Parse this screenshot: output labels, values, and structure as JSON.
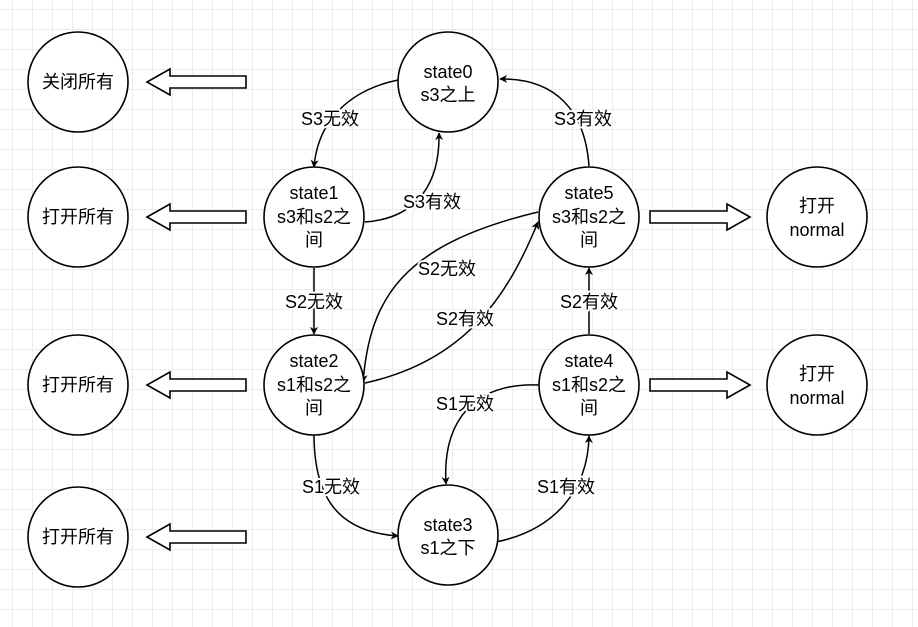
{
  "states": {
    "state0": {
      "name": "state0",
      "desc": "s3之上"
    },
    "state1": {
      "name": "state1",
      "desc_line1": "s3和s2之",
      "desc_line2": "间"
    },
    "state2": {
      "name": "state2",
      "desc_line1": "s1和s2之",
      "desc_line2": "间"
    },
    "state3": {
      "name": "state3",
      "desc": "s1之下"
    },
    "state4": {
      "name": "state4",
      "desc_line1": "s1和s2之",
      "desc_line2": "间"
    },
    "state5": {
      "name": "state5",
      "desc_line1": "s3和s2之",
      "desc_line2": "间"
    }
  },
  "actions": {
    "close_all": "关闭所有",
    "open_all": "打开所有",
    "open_normal_line1": "打开",
    "open_normal_line2": "normal"
  },
  "transitions": {
    "s0_s1": "S3无效",
    "s1_s0": "S3有效",
    "s5_s0": "S3有效",
    "s1_s2": "S2无效",
    "s5_s2": "S2无效",
    "s2_s5": "S2有效",
    "s4_s5": "S2有效",
    "s2_s3": "S1无效",
    "s4_s3": "S1无效",
    "s3_s4": "S1有效"
  }
}
